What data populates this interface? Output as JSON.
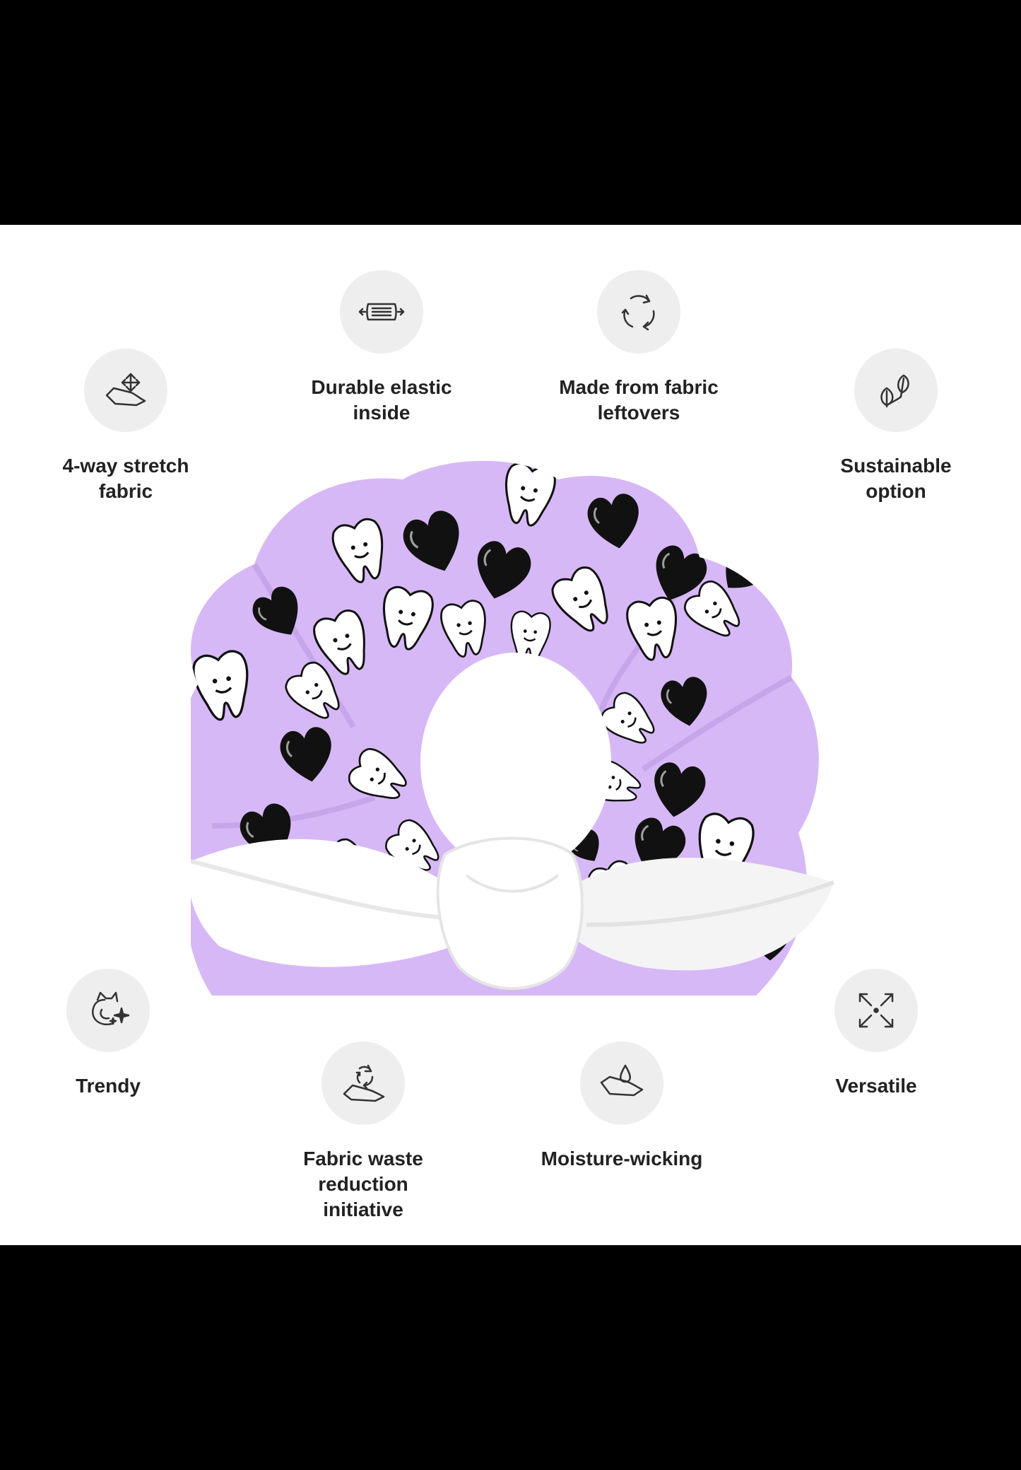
{
  "colors": {
    "frame": "#000000",
    "panel": "#ffffff",
    "icon_bg": "#eeeeee",
    "label_text": "#222222",
    "fabric": "#d7b8f6",
    "bow": "#ffffff",
    "pattern_dark": "#111111"
  },
  "features": [
    {
      "id": "stretch",
      "label": "4-way stretch\nfabric",
      "icon": "stretch-arrows-icon"
    },
    {
      "id": "elastic",
      "label": "Durable elastic\ninside",
      "icon": "elastic-band-icon"
    },
    {
      "id": "leftovers",
      "label": "Made from fabric\nleftovers",
      "icon": "recycle-arrows-icon"
    },
    {
      "id": "sustainable",
      "label": "Sustainable\noption",
      "icon": "leaves-icon"
    },
    {
      "id": "trendy",
      "label": "Trendy",
      "icon": "cat-sparkle-icon"
    },
    {
      "id": "waste",
      "label": "Fabric waste reduction\ninitiative",
      "icon": "fabric-recycle-icon"
    },
    {
      "id": "moisture",
      "label": "Moisture-wicking",
      "icon": "water-drop-icon"
    },
    {
      "id": "versatile",
      "label": "Versatile",
      "icon": "expand-arrows-icon"
    }
  ],
  "product": {
    "name_icon": "scrunchie-image",
    "pattern": [
      "tooth-smiley",
      "black-heart"
    ]
  }
}
